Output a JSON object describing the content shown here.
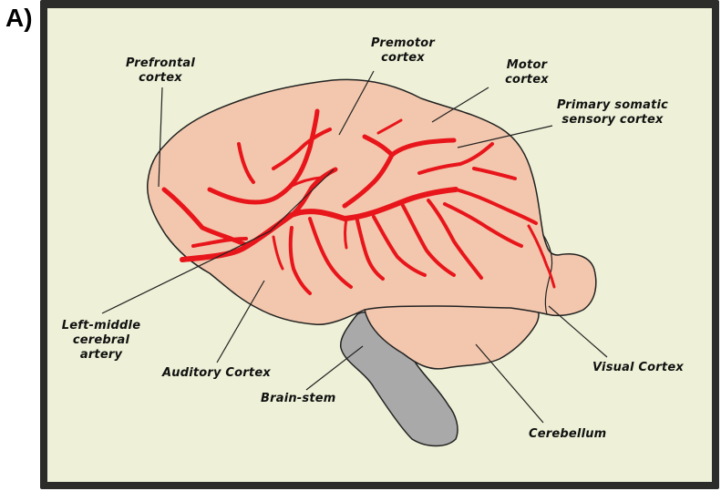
{
  "panel_label": "A)",
  "labels": {
    "prefrontal_1": "Prefrontal",
    "prefrontal_2": "cortex",
    "premotor_1": "Premotor",
    "premotor_2": "cortex",
    "motor_1": "Motor",
    "motor_2": "cortex",
    "somatic_1": "Primary somatic",
    "somatic_2": "sensory cortex",
    "artery_1": "Left-middle",
    "artery_2": "cerebral",
    "artery_3": "artery",
    "auditory": "Auditory Cortex",
    "brainstem": "Brain-stem",
    "visual": "Visual Cortex",
    "cerebellum": "Cerebellum"
  },
  "colors": {
    "background": "#eef1d7",
    "frame": "#2c2c2a",
    "brain": "#f2c7ad",
    "artery": "#e8151b",
    "brainstem": "#a9a9a9",
    "outline": "#222222"
  }
}
